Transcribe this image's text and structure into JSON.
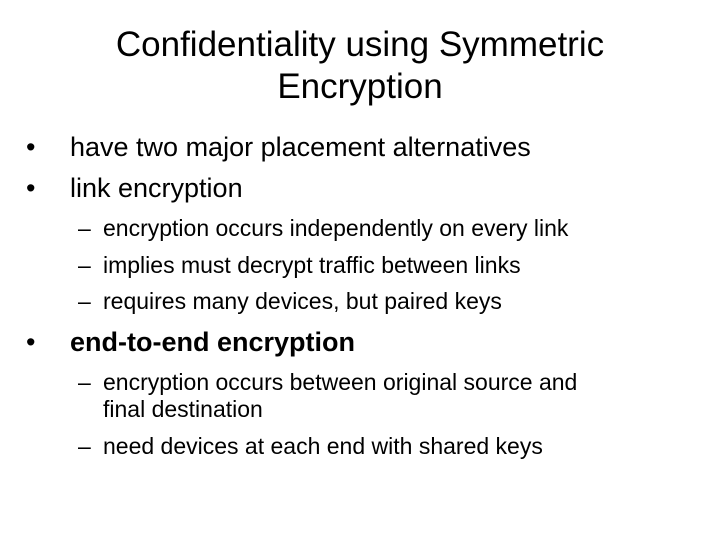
{
  "slide": {
    "title_line1": "Confidentiality using Symmetric",
    "title_line2": "Encryption",
    "bullet_marker": "•",
    "dash_marker": "–",
    "bullets": [
      {
        "text": "have two major placement alternatives"
      },
      {
        "text": "link encryption"
      },
      {
        "text": "end-to-end encryption"
      }
    ],
    "link_subs": [
      "encryption occurs independently on every link",
      "implies must decrypt traffic between links",
      "requires many devices, but paired keys"
    ],
    "e2e_subs": [
      {
        "line1": "encryption occurs between original source and",
        "line2": "final destination"
      },
      {
        "line1": "need devices at each end with shared keys"
      }
    ]
  }
}
